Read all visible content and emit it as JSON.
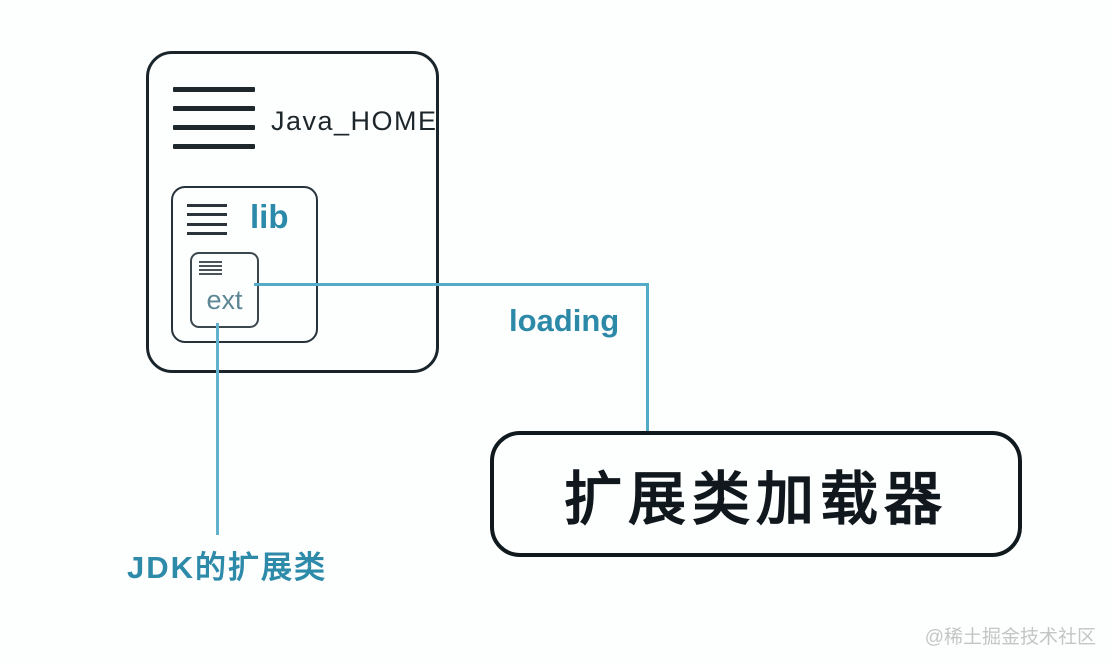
{
  "diagram": {
    "java_home": {
      "label": "Java_HOME"
    },
    "lib": {
      "label": "lib"
    },
    "ext": {
      "label": "ext"
    },
    "edge_loading": {
      "label": "loading"
    },
    "extension_loader": {
      "label": "扩展类加载器"
    },
    "annotation_jdk_ext": {
      "label": "JDK的扩展类"
    }
  },
  "watermark": {
    "label": "@稀土掘金技术社区"
  },
  "colors": {
    "dark_stroke": "#1a252b",
    "teal_text": "#2d89a8",
    "ext_text": "#5e8795",
    "connector_line": "#54abc8",
    "loader_text": "#10181d",
    "watermark_text": "#c5c5c5",
    "background": "#fdfefe"
  }
}
